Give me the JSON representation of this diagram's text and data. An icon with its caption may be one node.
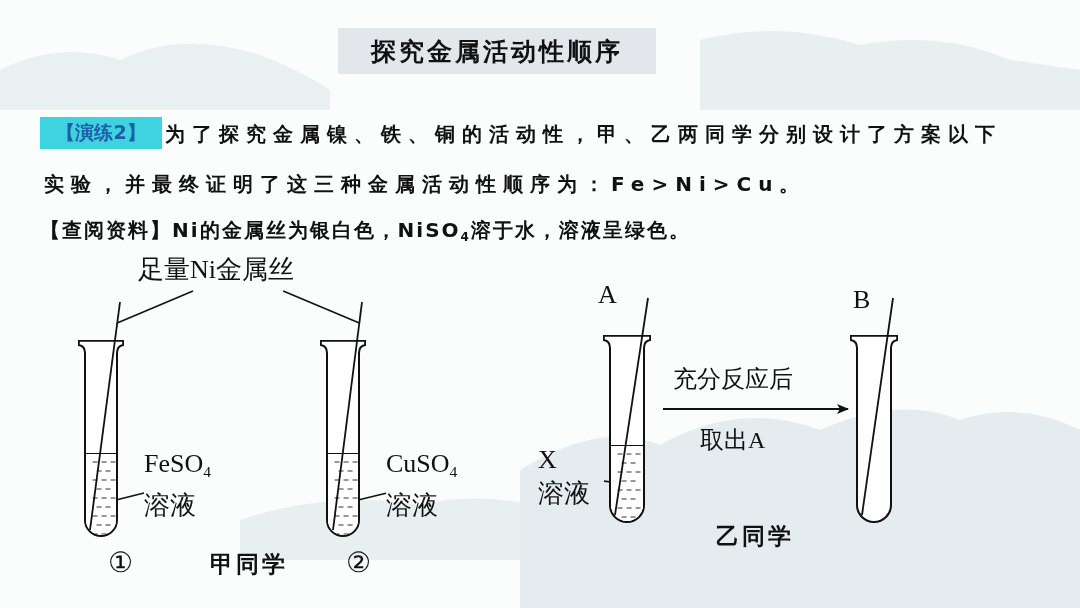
{
  "diagram": {
    "title": "探究金属活动性顺序",
    "nodes": [
      {
        "text": [
          "足量Ni金属丝"
        ]
      },
      {
        "text": [],
        "shape": "wire"
      },
      {
        "text": [],
        "shape": "wire"
      },
      {
        "text": [],
        "shape": "test-tube",
        "beside": [
          "①"
        ]
      },
      {
        "text": [],
        "shape": "liquid",
        "in": 3
      },
      {
        "text": [
          "FeSO$_{4}$ 溶液"
        ]
      },
      {
        "text": [],
        "shape": "test-tube",
        "beside": [
          "②"
        ]
      },
      {
        "text": [],
        "shape": "liquid",
        "in": 6
      },
      {
        "text": [
          "CuSO$_{4}$ 溶液"
        ]
      },
      {
        "text": [],
        "shape": "test-tube",
        "beside": [
          "A"
        ]
      },
      {
        "text": [],
        "shape": "liquid",
        "in": 9
      },
      {
        "text": [
          "X 溶液"
        ]
      },
      {
        "text": [],
        "shape": "test-tube",
        "beside": [
          "B"
        ]
      }
    ],
    "edges": [
      {
        "from": 0,
        "to": 1,
        "arrow": "none"
      },
      {
        "from": 0,
        "to": 2,
        "arrow": "none"
      },
      {
        "from": 5,
        "to": 4,
        "arrow": "none"
      },
      {
        "from": 8,
        "to": 7,
        "arrow": "none"
      },
      {
        "from": 11,
        "to": 10,
        "arrow": "none"
      },
      {
        "from": 9,
        "to": 12,
        "arrow": "to",
        "label": "充分反应后"
      }
    ],
    "labels": [
      "【演练2】",
      "为了探究金属镍、铁、铜的活动性，甲、乙两同学分别设计了方案以下实验，并最终证明了这三种金属活动性顺序为：Fe>Ni>Cu。",
      "【查阅资料】Ni的金属丝为银白色，NiSO$_{4}$溶于水，溶液呈绿色。",
      "甲同学",
      "取出A",
      "乙同学"
    ]
  }
}
